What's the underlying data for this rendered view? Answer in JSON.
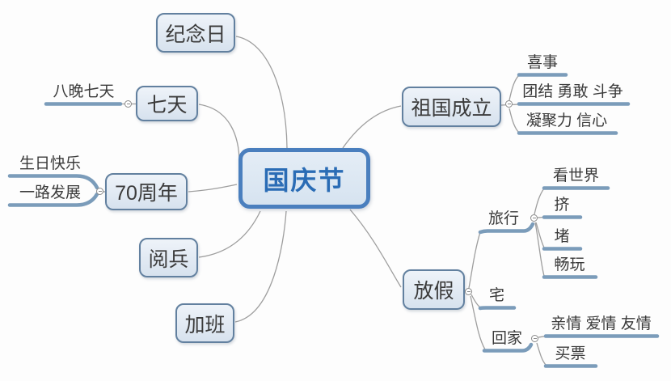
{
  "diagram_type": "mindmap",
  "icons": {
    "collapse": "minus-circle"
  },
  "colors": {
    "central_border": "#4a7fbe",
    "central_fill": "#dbe7f3",
    "central_text": "#2a6cb5",
    "node_border": "#62809f",
    "node_fill": "#e3ecf5",
    "node_text": "#3b3b3b",
    "leaf_text": "#3a3a3a",
    "leaf_line": "#7b9cba",
    "connector": "#9e9e9e"
  },
  "central": {
    "label": "国庆节"
  },
  "branches": {
    "jinianri": {
      "label": "纪念日"
    },
    "qitian": {
      "label": "七天",
      "children": {
        "bawan": {
          "label": "八晚七天"
        }
      }
    },
    "zhounian": {
      "label": "70周年",
      "children": {
        "shengri": {
          "label": "生日快乐"
        },
        "yilu": {
          "label": "一路发展"
        }
      }
    },
    "yuebing": {
      "label": "阅兵"
    },
    "jiaban": {
      "label": "加班"
    },
    "zuguo": {
      "label": "祖国成立",
      "children": {
        "xishi": {
          "label": "喜事"
        },
        "tuanjie": {
          "label": "团结 勇敢 斗争"
        },
        "ningju": {
          "label": "凝聚力 信心"
        }
      }
    },
    "fangjia": {
      "label": "放假",
      "children": {
        "lvxing": {
          "label": "旅行",
          "children": {
            "kanshijie": {
              "label": "看世界"
            },
            "ji": {
              "label": "挤"
            },
            "du": {
              "label": "堵"
            },
            "changwan": {
              "label": "畅玩"
            }
          }
        },
        "zhai": {
          "label": "宅"
        },
        "huijia": {
          "label": "回家",
          "children": {
            "qinqing": {
              "label": "亲情 爱情 友情"
            },
            "maipiao": {
              "label": "买票"
            }
          }
        }
      }
    }
  }
}
